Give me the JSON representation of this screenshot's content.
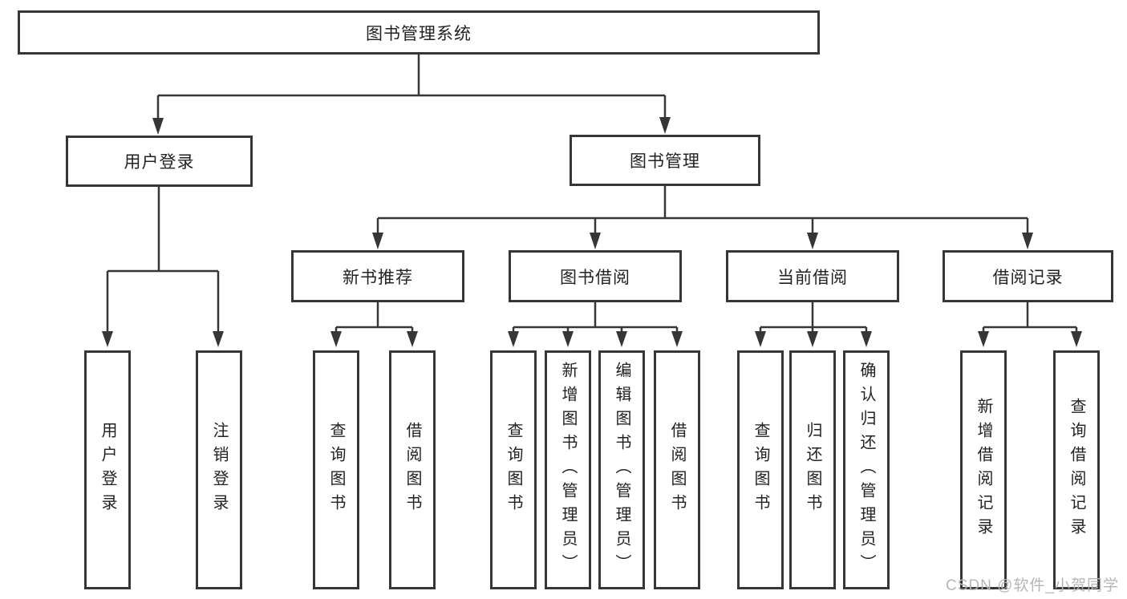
{
  "diagram_title": "图书管理系统",
  "tree": {
    "label": "图书管理系统",
    "children": [
      {
        "label": "用户登录",
        "children": [
          {
            "label": "用户登录"
          },
          {
            "label": "注销登录"
          }
        ]
      },
      {
        "label": "图书管理",
        "children": [
          {
            "label": "新书推荐",
            "children": [
              {
                "label": "查询图书"
              },
              {
                "label": "借阅图书"
              }
            ]
          },
          {
            "label": "图书借阅",
            "children": [
              {
                "label": "查询图书"
              },
              {
                "label": "新增图书（管理员）"
              },
              {
                "label": "编辑图书（管理员）"
              },
              {
                "label": "借阅图书"
              }
            ]
          },
          {
            "label": "当前借阅",
            "children": [
              {
                "label": "查询图书"
              },
              {
                "label": "归还图书"
              },
              {
                "label": "确认归还（管理员）"
              }
            ]
          },
          {
            "label": "借阅记录",
            "children": [
              {
                "label": "新增借阅记录"
              },
              {
                "label": "查询借阅记录"
              }
            ]
          }
        ]
      }
    ]
  },
  "watermark": {
    "text": "CSDN @软件_小贺同学"
  },
  "colors": {
    "line": "#363636",
    "box_border": "#363636",
    "text": "#222222",
    "watermark": "#b6b6b6",
    "background": "#ffffff"
  }
}
